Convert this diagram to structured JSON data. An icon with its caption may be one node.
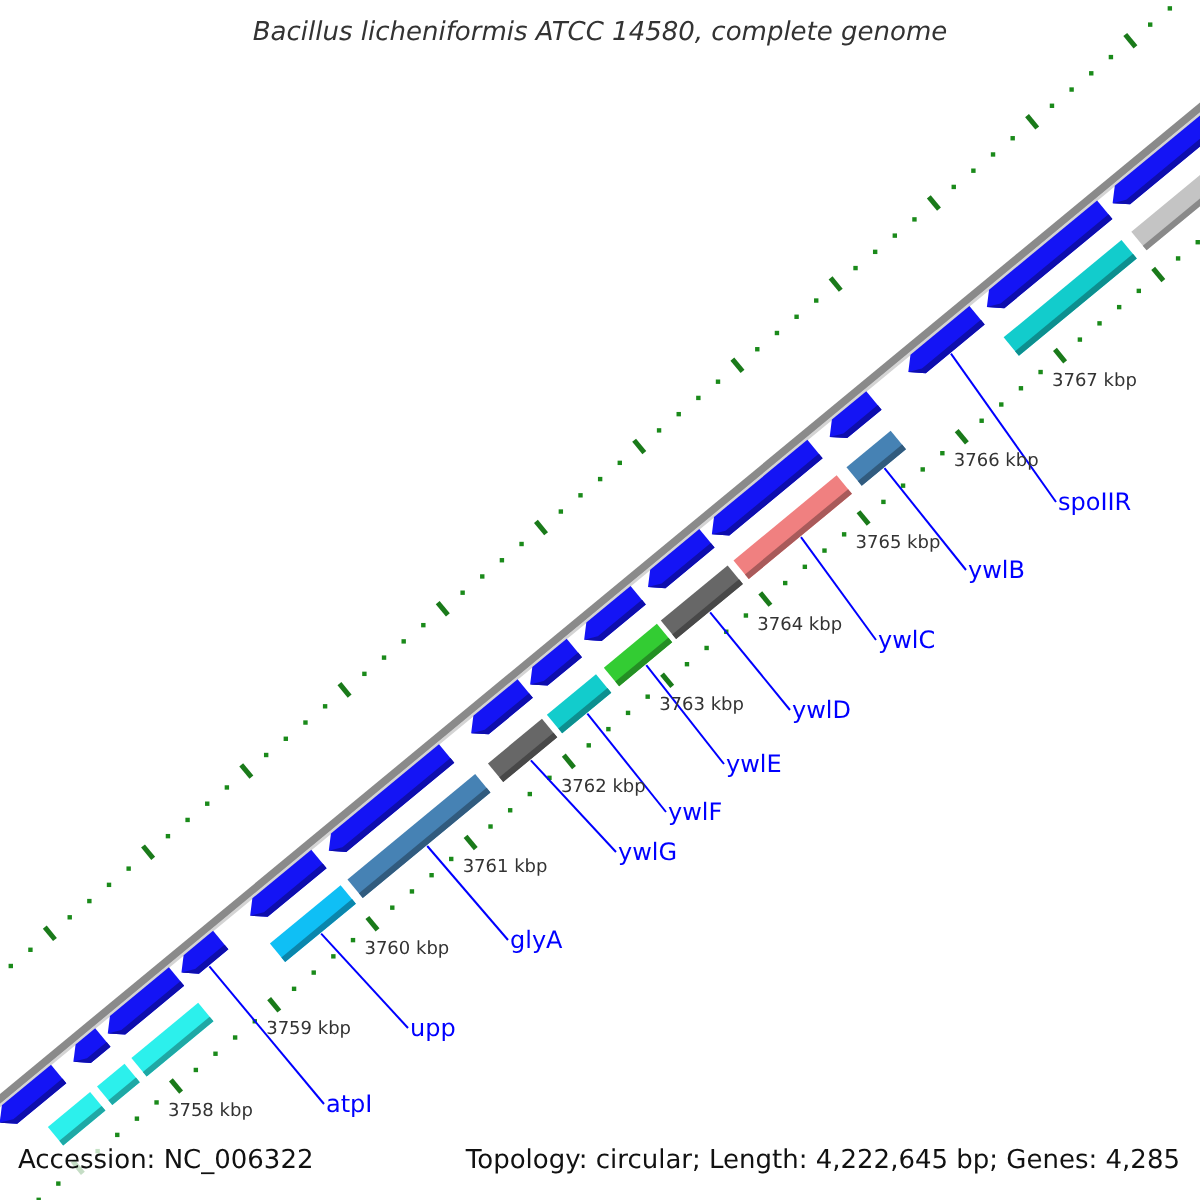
{
  "diagram": {
    "title": "Bacillus licheniformis ATCC 14580, complete genome",
    "nodes": [
      {
        "text": [
          "atpI"
        ]
      },
      {
        "text": [
          "upp"
        ]
      },
      {
        "text": [
          "glyA"
        ]
      },
      {
        "text": [
          "ywlG"
        ]
      },
      {
        "text": [
          "ywlF"
        ]
      },
      {
        "text": [
          "ywlE"
        ]
      },
      {
        "text": [
          "ywlD"
        ]
      },
      {
        "text": [
          "ywlC"
        ]
      },
      {
        "text": [
          "ywlB"
        ]
      },
      {
        "text": [
          "spoIIR"
        ]
      },
      {
        "text": [],
        "shape": "pentagon"
      },
      {
        "text": [],
        "shape": "pentagon"
      },
      {
        "text": [],
        "shape": "pentagon"
      },
      {
        "text": [],
        "shape": "pentagon"
      },
      {
        "text": [],
        "shape": "pentagon"
      },
      {
        "text": [],
        "shape": "pentagon"
      },
      {
        "text": [],
        "shape": "pentagon"
      },
      {
        "text": [],
        "shape": "pentagon"
      },
      {
        "text": [],
        "shape": "pentagon"
      },
      {
        "text": [],
        "shape": "pentagon"
      },
      {
        "text": [],
        "shape": "pentagon"
      },
      {
        "text": [],
        "shape": "pentagon"
      },
      {
        "text": [],
        "shape": "pentagon"
      },
      {
        "text": [],
        "shape": "pentagon"
      },
      {
        "text": [],
        "shape": "pentagon"
      },
      {
        "text": [],
        "shape": "bar"
      },
      {
        "text": [],
        "shape": "bar"
      },
      {
        "text": [],
        "shape": "bar"
      },
      {
        "text": [],
        "shape": "bar"
      },
      {
        "text": [],
        "shape": "bar"
      },
      {
        "text": [],
        "shape": "bar"
      },
      {
        "text": [],
        "shape": "bar"
      },
      {
        "text": [],
        "shape": "bar"
      },
      {
        "text": [],
        "shape": "bar"
      },
      {
        "text": [],
        "shape": "bar"
      },
      {
        "text": [],
        "shape": "bar"
      },
      {
        "text": [],
        "shape": "bar"
      },
      {
        "text": [],
        "shape": "bar"
      }
    ],
    "edges": [
      {
        "from": 0,
        "to": 13,
        "arrow": "none"
      },
      {
        "from": 1,
        "to": 28,
        "arrow": "none"
      },
      {
        "from": 2,
        "to": 29,
        "arrow": "none"
      },
      {
        "from": 3,
        "to": 30,
        "arrow": "none"
      },
      {
        "from": 4,
        "to": 31,
        "arrow": "none"
      },
      {
        "from": 5,
        "to": 32,
        "arrow": "none"
      },
      {
        "from": 6,
        "to": 33,
        "arrow": "none"
      },
      {
        "from": 7,
        "to": 34,
        "arrow": "none"
      },
      {
        "from": 8,
        "to": 35,
        "arrow": "none"
      },
      {
        "from": 9,
        "to": 22,
        "arrow": "none"
      }
    ],
    "labels": [
      "3758 kbp",
      "3759 kbp",
      "3760 kbp",
      "3761 kbp",
      "3762 kbp",
      "3763 kbp",
      "3764 kbp",
      "3765 kbp",
      "3766 kbp",
      "3767 kbp",
      "Accession: NC_006322",
      "Topology: circular; Length: 4,222,645 bp; Genes: 4,285"
    ]
  }
}
